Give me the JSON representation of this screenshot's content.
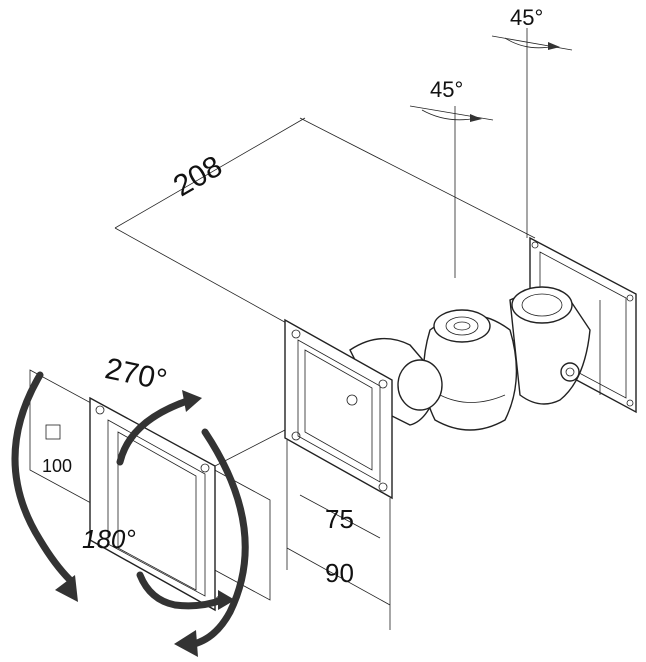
{
  "labels": {
    "width": "208",
    "tilt_top": "45°",
    "tilt_mid": "45°",
    "rotation_large": "270°",
    "rotation_small": "180°",
    "vesa_small": "75",
    "vesa_large": "90",
    "vesa_side": "100"
  },
  "colors": {
    "line": "#222222",
    "arrow": "#333333",
    "background": "#ffffff"
  }
}
